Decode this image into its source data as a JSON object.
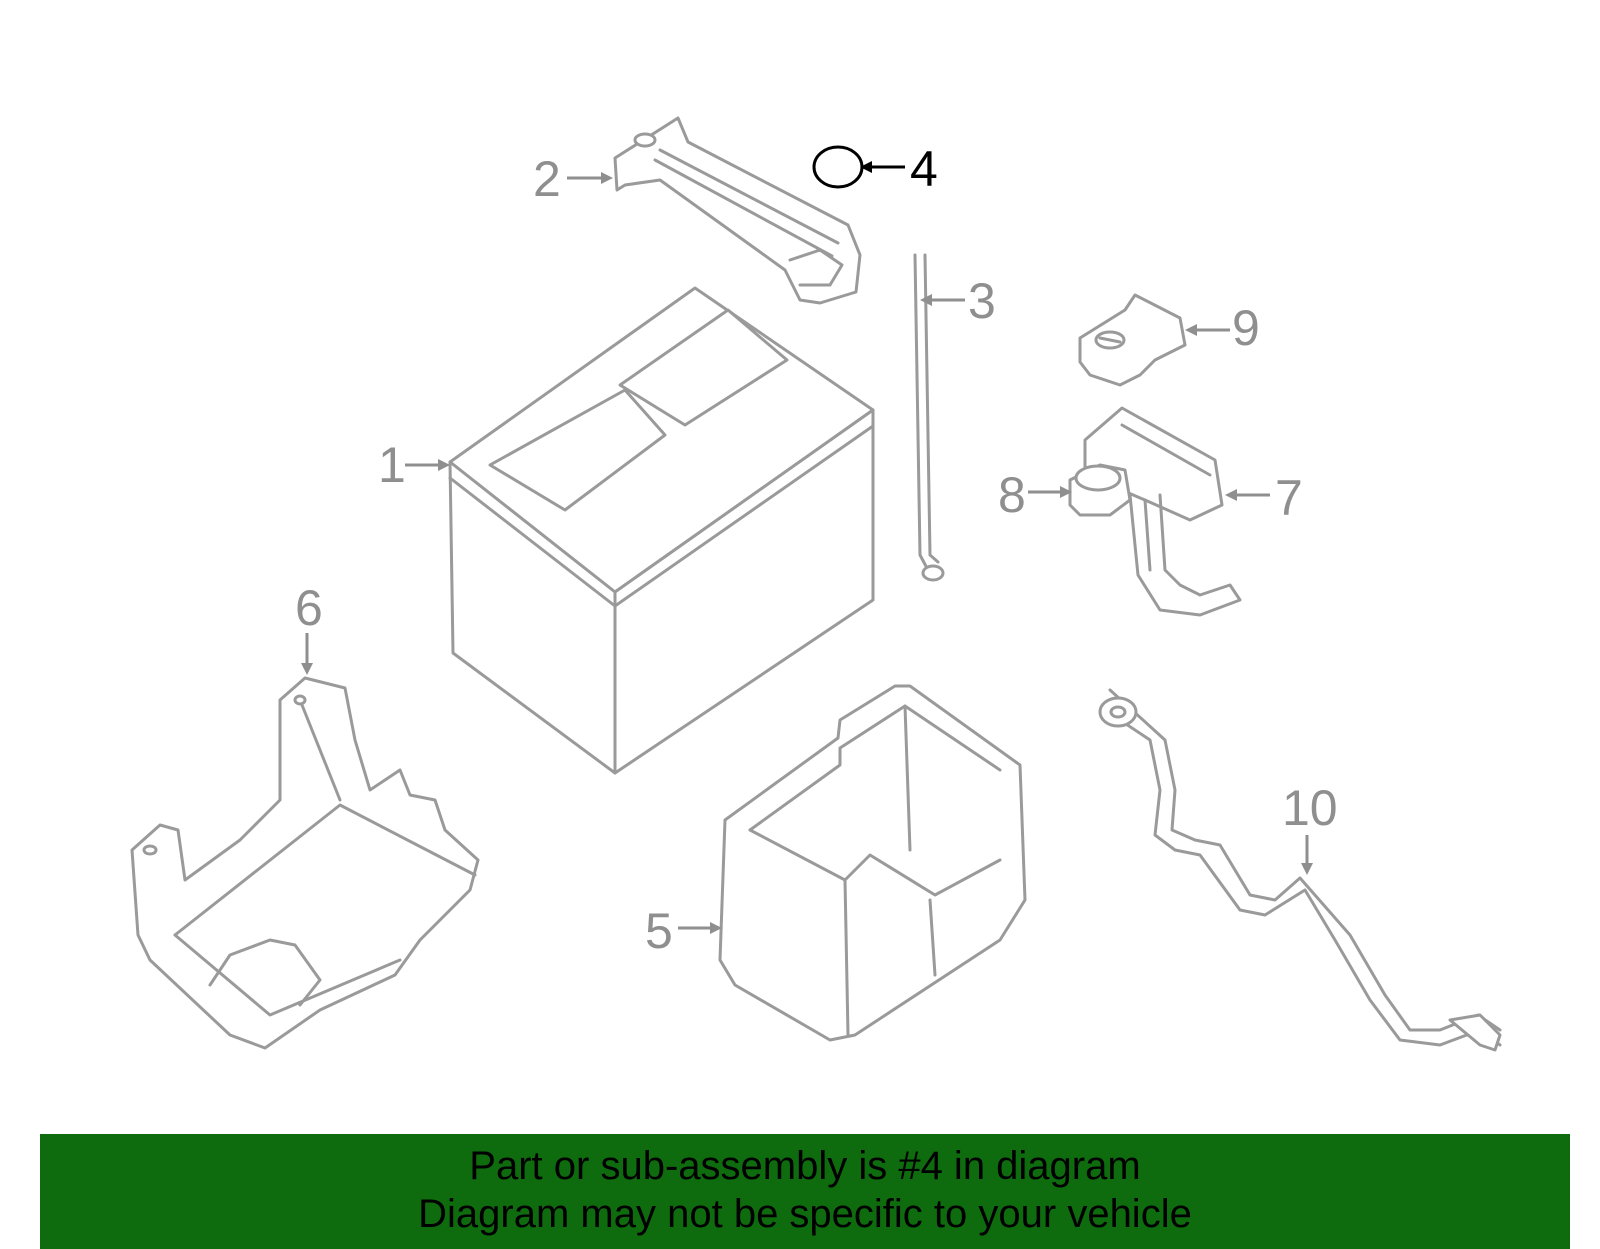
{
  "callouts": {
    "c1": "1",
    "c2": "2",
    "c3": "3",
    "c4": "4",
    "c5": "5",
    "c6": "6",
    "c7": "7",
    "c8": "8",
    "c9": "9",
    "c10": "10"
  },
  "highlighted_part": "4",
  "banner": {
    "line1": "Part or sub-assembly is #4 in diagram",
    "line2": "Diagram may not be specific to your vehicle",
    "background_color": "#0e6b0e"
  },
  "colors": {
    "line_art": "#9a9a9a",
    "highlight": "#000000"
  }
}
